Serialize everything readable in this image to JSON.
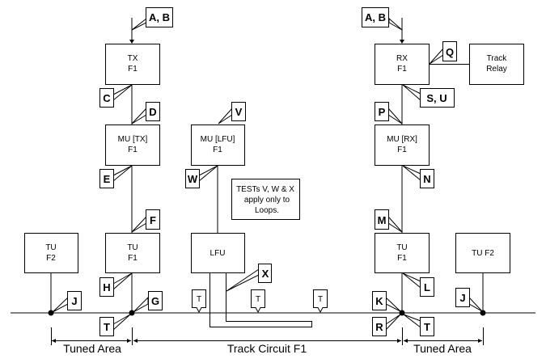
{
  "units": {
    "tx": {
      "line1": "TX",
      "line2": "F1"
    },
    "mu_tx": {
      "line1": "MU [TX]",
      "line2": "F1"
    },
    "tu_f1_left": {
      "line1": "TU",
      "line2": "F1"
    },
    "tu_f2_left": {
      "line1": "TU",
      "line2": "F2"
    },
    "mu_lfu": {
      "line1": "MU [LFU]",
      "line2": "F1"
    },
    "lfu": {
      "line1": "LFU"
    },
    "rx": {
      "line1": "RX",
      "line2": "F1"
    },
    "track_relay": {
      "line1": "Track",
      "line2": "Relay"
    },
    "mu_rx": {
      "line1": "MU [RX]",
      "line2": "F1"
    },
    "tu_f1_right": {
      "line1": "TU",
      "line2": "F1"
    },
    "tu_f2_right": {
      "line1": "TU F2"
    }
  },
  "note": {
    "line1": "TESTs V, W & X",
    "line2": "apply only to",
    "line3": "Loops."
  },
  "callouts": {
    "ab_left": "A, B",
    "c": "C",
    "d": "D",
    "e": "E",
    "f": "F",
    "h": "H",
    "g": "G",
    "j_left": "J",
    "t_left": "T",
    "v": "V",
    "w": "W",
    "x": "X",
    "ab_right": "A, B",
    "q": "Q",
    "su": "S, U",
    "p": "P",
    "n": "N",
    "m": "M",
    "l": "L",
    "k": "K",
    "r": "R",
    "t_right": "T",
    "j_right": "J"
  },
  "track_markers": [
    "T",
    "T",
    "T"
  ],
  "dimensions": {
    "tuned_area_left": "Tuned Area",
    "track_circuit": "Track Circuit F1",
    "tuned_area_right": "Tuned Area"
  }
}
